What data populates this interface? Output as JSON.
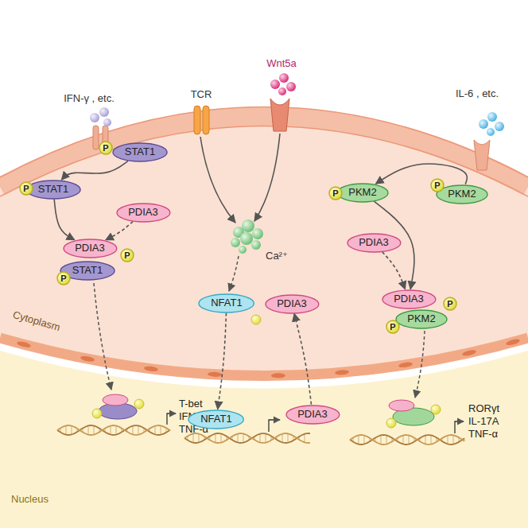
{
  "diagram": {
    "nodes": [
      {
        "text": [
          "P"
        ]
      },
      {
        "text": [
          "STAT1"
        ]
      },
      {
        "text": [
          "P"
        ]
      },
      {
        "text": [
          "STAT1"
        ]
      },
      {
        "text": [
          "PDIA3"
        ]
      },
      {
        "text": [
          "PDIA3"
        ]
      },
      {
        "text": [
          "P"
        ]
      },
      {
        "text": [
          "STAT1"
        ]
      },
      {
        "text": [
          "P"
        ]
      },
      {
        "text": [
          "PDIA3"
        ]
      },
      {
        "text": [
          "NFAT1"
        ]
      },
      {
        "text": [
          "NFAT1"
        ]
      },
      {
        "text": [
          "PDIA3"
        ]
      },
      {
        "text": [
          "P"
        ]
      },
      {
        "text": [
          "PKM2"
        ]
      },
      {
        "text": [
          "P"
        ]
      },
      {
        "text": [
          "PKM2"
        ]
      },
      {
        "text": [
          "PDIA3"
        ]
      },
      {
        "text": [
          "PDIA3"
        ]
      },
      {
        "text": [
          "P"
        ]
      },
      {
        "text": [
          "PKM2"
        ]
      },
      {
        "text": [
          "P"
        ]
      }
    ],
    "edges": [
      {
        "from": 1,
        "to": 3,
        "arrow": "to"
      },
      {
        "from": 3,
        "to": 5,
        "arrow": "to"
      },
      {
        "from": 4,
        "to": 5,
        "arrow": "to"
      },
      {
        "from": 10,
        "to": 11,
        "arrow": "to"
      },
      {
        "from": 12,
        "to": 9,
        "arrow": "to"
      },
      {
        "from": 16,
        "to": 14,
        "arrow": "to"
      },
      {
        "from": 14,
        "to": 18,
        "arrow": "to"
      },
      {
        "from": 17,
        "to": 18,
        "arrow": "to"
      }
    ],
    "labels": [
      "IFN-γ , etc.",
      "TCR",
      "Wnt5a",
      "IL-6 , etc.",
      "Ca²⁺",
      "Cytoplasm",
      "Nucleus",
      "T-bet",
      "IFN-γ",
      "TNF-α",
      "RORγt",
      "IL-17A",
      "TNF-α"
    ]
  }
}
